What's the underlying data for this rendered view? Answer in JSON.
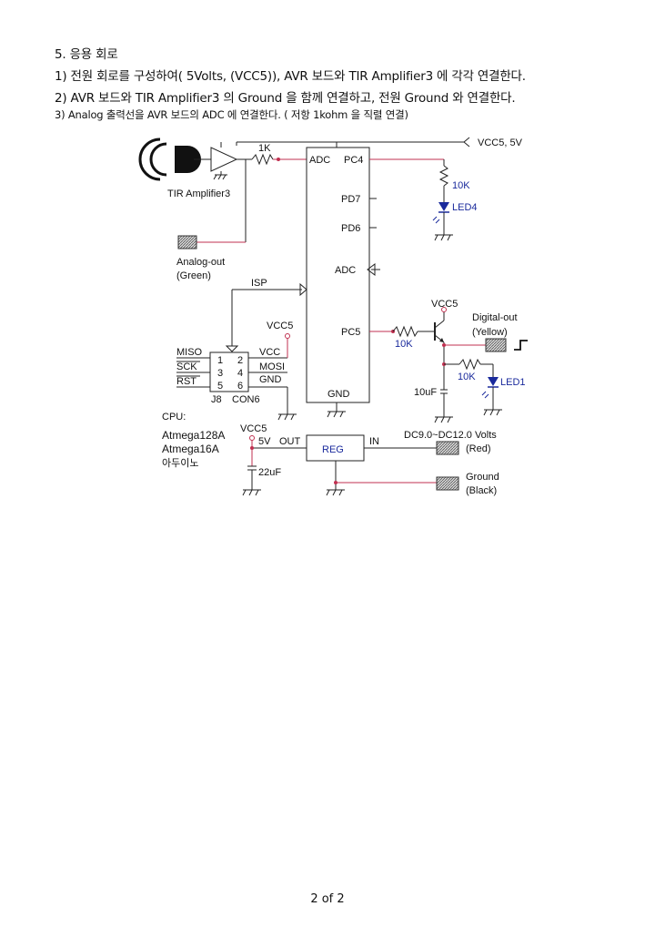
{
  "heading": {
    "title": "5. 응용 회로",
    "step1": "1) 전원 회로를 구성하여( 5Volts, (VCC5)), AVR 보드와 TIR Amplifier3 에 각각 연결한다.",
    "step2": "2) AVR 보드와  TIR Amplifier3 의 Ground 을 함께 연결하고, 전원 Ground 와 연결한다.",
    "step3": "3) Analog 출력선을 AVR 보드의 ADC 에 연결한다. ( 저항 1kohm 을 직렬 연결)"
  },
  "schematic": {
    "vcc_top": "VCC5, 5V",
    "r_1k": "1K",
    "amp_label": "TIR Amplifier3",
    "analog_out": "Analog-out",
    "analog_out_color": "(Green)",
    "isp": "ISP",
    "mcu_pins": {
      "adc_top": "ADC",
      "pc4": "PC4",
      "pd7": "PD7",
      "pd6": "PD6",
      "adc_mid": "ADC",
      "pc5": "PC5",
      "gnd": "GND"
    },
    "r_10k_led4": "10K",
    "led4": "LED4",
    "vcc5_transistor": "VCC5",
    "digital_out": "Digital-out",
    "digital_out_color": "(Yellow)",
    "r_10k_base": "10K",
    "r_10k_led1": "10K",
    "led1": "LED1",
    "cap_10uf": "10uF",
    "vcc5_con": "VCC5",
    "con_pins": {
      "miso": "MISO",
      "sck": "SCK",
      "rst": "RST",
      "vcc": "VCC",
      "mosi": "MOSI",
      "gnd": "GND",
      "n1": "1",
      "n2": "2",
      "n3": "3",
      "n4": "4",
      "n5": "5",
      "n6": "6"
    },
    "j8": "J8",
    "con6": "CON6",
    "cpu_label": "CPU:",
    "cpu_1": "Atmega128A",
    "cpu_2": "Atmega16A",
    "cpu_3": "아두이노",
    "vcc5_reg": "VCC5",
    "v5": "5V",
    "out": "OUT",
    "reg": "REG",
    "in": "IN",
    "dc_range": "DC9.0~DC12.0 Volts",
    "red": "(Red)",
    "cap_22uf": "22uF",
    "ground": "Ground",
    "black": "(Black)"
  },
  "footer": {
    "page": "2 of 2"
  }
}
